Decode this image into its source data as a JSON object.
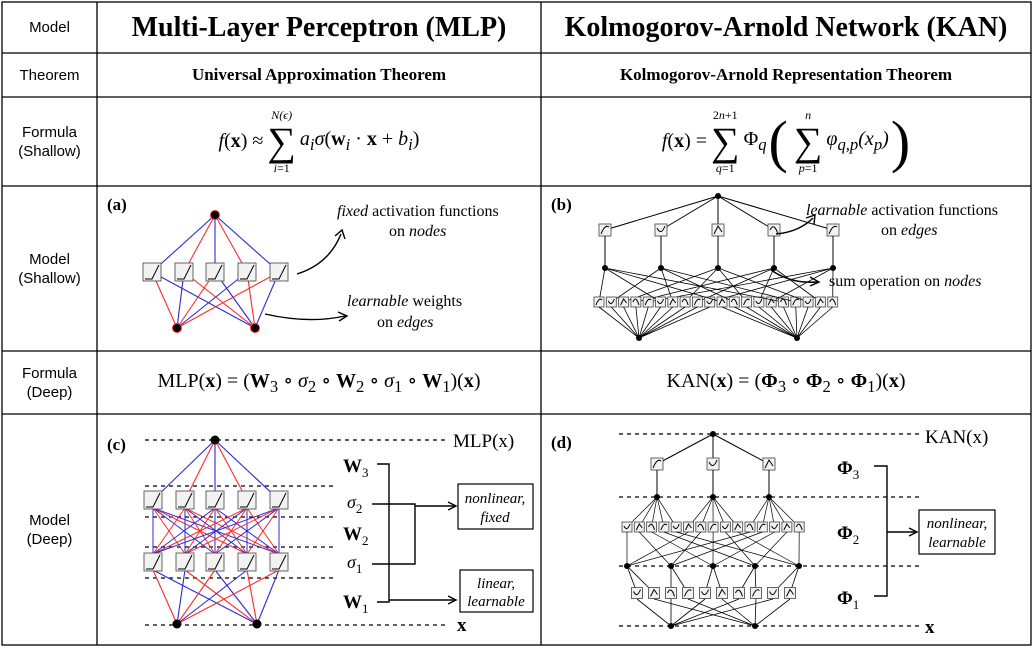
{
  "header": {
    "corner": "Model",
    "mlp_title": "Multi-Layer Perceptron (MLP)",
    "kan_title": "Kolmogorov-Arnold Network (KAN)"
  },
  "row_labels": {
    "theorem": "Theorem",
    "formula_shallow": "Formula\n(Shallow)",
    "model_shallow": "Model\n(Shallow)",
    "formula_deep": "Formula\n(Deep)",
    "model_deep": "Model\n(Deep)"
  },
  "theorems": {
    "mlp": "Universal Approximation Theorem",
    "kan": "Kolmogorov-Arnold Representation Theorem"
  },
  "formulas": {
    "mlp_shallow": "f(x) ≈ Σ_{i=1}^{N(ε)} a_i σ(w_i · x + b_i)",
    "kan_shallow": "f(x) = Σ_{q=1}^{2n+1} Φ_q ( Σ_{p=1}^{n} φ_{q,p}(x_p) )",
    "mlp_deep": "MLP(x) = (W3 ∘ σ2 ∘ W2 ∘ σ1 ∘ W1)(x)",
    "kan_deep": "KAN(x) = (Φ3 ∘ Φ2 ∘ Φ1)(x)"
  },
  "panels": {
    "a": {
      "tag": "(a)",
      "ann1_em": "fixed",
      "ann1_rest": " activation functions",
      "ann1_line2": "on ",
      "ann1_line2_em": "nodes",
      "ann2_em": "learnable",
      "ann2_rest": " weights",
      "ann2_line2": "on ",
      "ann2_line2_em": "edges"
    },
    "b": {
      "tag": "(b)",
      "ann1_em": "learnable",
      "ann1_rest": " activation functions",
      "ann1_line2": "on ",
      "ann1_line2_em": "edges",
      "ann2": "sum operation on ",
      "ann2_em": "nodes"
    },
    "c": {
      "tag": "(c)",
      "out_label": "MLP(x)",
      "in_label": "x",
      "box1_line1": "nonlinear,",
      "box1_line2": "fixed",
      "box2_line1": "linear,",
      "box2_line2": "learnable"
    },
    "d": {
      "tag": "(d)",
      "out_label": "KAN(x)",
      "in_label": "x",
      "box_line1": "nonlinear,",
      "box_line2": "learnable"
    }
  },
  "colors": {
    "red": "#ff2a2a",
    "blue": "#2b2bd6",
    "grid": "#000000"
  }
}
